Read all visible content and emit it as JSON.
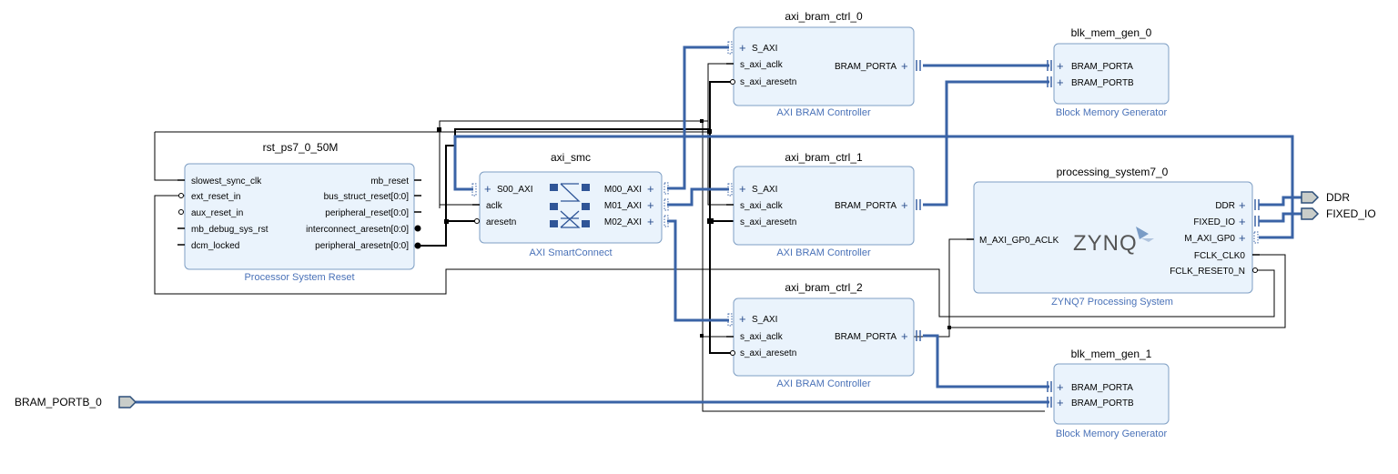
{
  "blocks": {
    "rst": {
      "name": "rst_ps7_0_50M",
      "type": "Processor System Reset",
      "in_ports": [
        "slowest_sync_clk",
        "ext_reset_in",
        "aux_reset_in",
        "mb_debug_sys_rst",
        "dcm_locked"
      ],
      "out_ports": [
        "mb_reset",
        "bus_struct_reset[0:0]",
        "peripheral_reset[0:0]",
        "interconnect_aresetn[0:0]",
        "peripheral_aresetn[0:0]"
      ]
    },
    "smc": {
      "name": "axi_smc",
      "type": "AXI SmartConnect",
      "in_ports": [
        "S00_AXI",
        "aclk",
        "aresetn"
      ],
      "out_ports": [
        "M00_AXI",
        "M01_AXI",
        "M02_AXI"
      ]
    },
    "bram0": {
      "name": "axi_bram_ctrl_0",
      "type": "AXI BRAM Controller",
      "in_ports": [
        "S_AXI",
        "s_axi_aclk",
        "s_axi_aresetn"
      ],
      "out_ports": [
        "BRAM_PORTA"
      ]
    },
    "bram1": {
      "name": "axi_bram_ctrl_1",
      "type": "AXI BRAM Controller",
      "in_ports": [
        "S_AXI",
        "s_axi_aclk",
        "s_axi_aresetn"
      ],
      "out_ports": [
        "BRAM_PORTA"
      ]
    },
    "bram2": {
      "name": "axi_bram_ctrl_2",
      "type": "AXI BRAM Controller",
      "in_ports": [
        "S_AXI",
        "s_axi_aclk",
        "s_axi_aresetn"
      ],
      "out_ports": [
        "BRAM_PORTA"
      ]
    },
    "mem0": {
      "name": "blk_mem_gen_0",
      "type": "Block Memory Generator",
      "in_ports": [
        "BRAM_PORTA",
        "BRAM_PORTB"
      ]
    },
    "mem1": {
      "name": "blk_mem_gen_1",
      "type": "Block Memory Generator",
      "in_ports": [
        "BRAM_PORTA",
        "BRAM_PORTB"
      ]
    },
    "ps7": {
      "name": "processing_system7_0",
      "type": "ZYNQ7 Processing System",
      "logo": "ZYNQ",
      "in_ports": [
        "M_AXI_GP0_ACLK"
      ],
      "out_ports": [
        "DDR",
        "FIXED_IO",
        "M_AXI_GP0",
        "FCLK_CLK0",
        "FCLK_RESET0_N"
      ]
    }
  },
  "external_ports": {
    "bram_portb_0": "BRAM_PORTB_0",
    "ddr": "DDR",
    "fixed_io": "FIXED_IO"
  },
  "colors": {
    "block_fill": "#eaf3fc",
    "block_border": "#7f9fc4",
    "bus": "#3a63a6",
    "subtitle": "#4a72b8",
    "ext_port": "#c9cdc9"
  }
}
